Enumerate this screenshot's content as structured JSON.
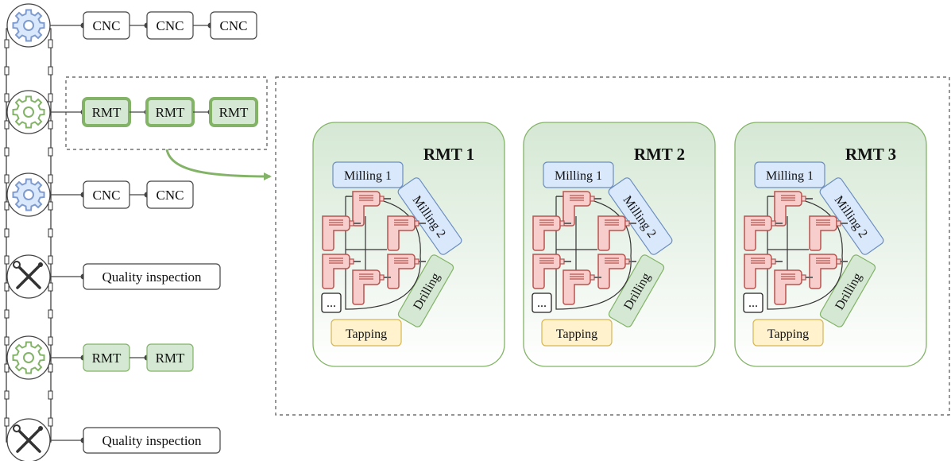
{
  "stations": [
    {
      "type": "cnc",
      "icon": "gear-icon-blue",
      "machines": [
        "CNC",
        "CNC",
        "CNC"
      ]
    },
    {
      "type": "rmt",
      "icon": "gear-icon-green",
      "machines": [
        "RMT",
        "RMT",
        "RMT"
      ],
      "highlighted": true
    },
    {
      "type": "cnc",
      "icon": "gear-icon-blue",
      "machines": [
        "CNC",
        "CNC"
      ]
    },
    {
      "type": "inspection",
      "icon": "wrench-screwdriver-icon",
      "machines": [
        "Quality inspection"
      ]
    },
    {
      "type": "rmt",
      "icon": "gear-icon-green",
      "machines": [
        "RMT",
        "RMT"
      ]
    },
    {
      "type": "inspection",
      "icon": "wrench-screwdriver-icon",
      "machines": [
        "Quality inspection"
      ]
    }
  ],
  "rmt_details": [
    {
      "title": "RMT 1",
      "ops": {
        "milling1": "Milling  1",
        "milling2": "Milling 2",
        "drilling": "Drilling",
        "tapping": "Tapping",
        "more": "..."
      }
    },
    {
      "title": "RMT 2",
      "ops": {
        "milling1": "Milling  1",
        "milling2": "Milling 2",
        "drilling": "Drilling",
        "tapping": "Tapping",
        "more": "..."
      }
    },
    {
      "title": "RMT 3",
      "ops": {
        "milling1": "Milling  1",
        "milling2": "Milling 2",
        "drilling": "Drilling",
        "tapping": "Tapping",
        "more": "..."
      }
    }
  ],
  "colors": {
    "cnc_fill": "#ffffff",
    "rmt_fill": "#d5e8d4",
    "rmt_stroke": "#82b366",
    "gear_blue": "#7e9bcf",
    "gear_blue_fill": "#dae8fc",
    "gear_green": "#82b366",
    "arrow": "#82b366",
    "milling_fill": "#dae8fc",
    "milling_stroke": "#6c8ebf",
    "drilling_fill": "#d5e8d4",
    "tapping_fill": "#fff2cc",
    "tapping_stroke": "#d6b656",
    "drill_fill": "#f8cecc",
    "drill_stroke": "#b85450"
  }
}
